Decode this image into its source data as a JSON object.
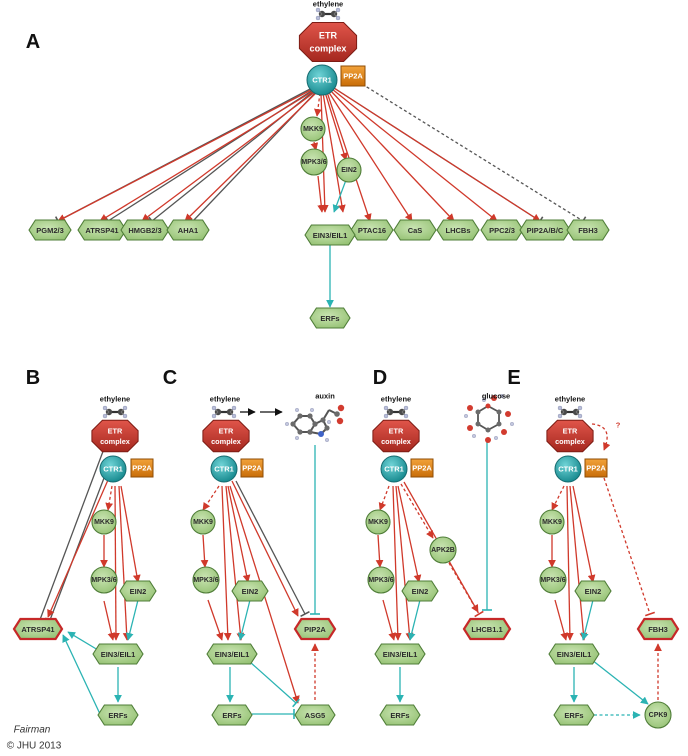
{
  "panels": [
    "A",
    "B",
    "C",
    "D",
    "E"
  ],
  "labels": {
    "ethylene": "ethylene",
    "auxin": "auxin",
    "glucose": "glucose",
    "etr": [
      "ETR",
      "complex"
    ],
    "ctr1": "CTR1",
    "pp2a": "PP2A",
    "question": "?"
  },
  "nodes": {
    "pgm": "PGM2/3",
    "atrsp41": "ATRSP41",
    "hmgb": "HMGB2/3",
    "aha1": "AHA1",
    "mkk9": "MKK9",
    "mpk": "MPK3/6",
    "ein2": "EIN2",
    "ein3": "EIN3/EIL1",
    "erfs": "ERFs",
    "ptac16": "PTAC16",
    "cas": "CaS",
    "lhcbs": "LHCBs",
    "ppc": "PPC2/3",
    "pip2abc": "PIP2A/B/C",
    "fbh3": "FBH3",
    "pip2a": "PIP2A",
    "asg5": "ASG5",
    "apk2b": "APK2B",
    "lhcb11": "LHCB1.1",
    "cpk9": "CPK9"
  },
  "credit": {
    "signature": "Fairman",
    "copyright": "© JHU 2013"
  },
  "colors": {
    "red_arrow": "#d0392b",
    "gray_line": "#555555",
    "cyan_arrow": "#2bb3b3",
    "node_fill": "#a9cf8a",
    "node_stroke": "#4f7d38",
    "etr_fill": "#c0392b",
    "ctr1_fill": "#27a3a8",
    "pp2a_fill": "#e58a12",
    "highlight_stroke": "#c62828"
  }
}
